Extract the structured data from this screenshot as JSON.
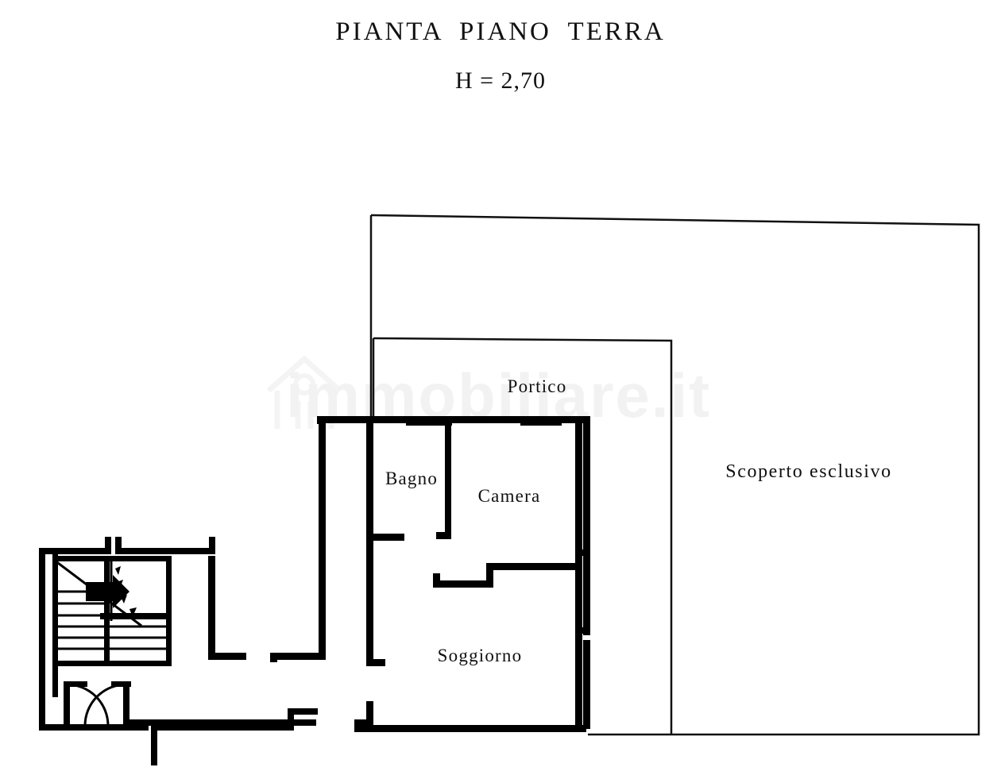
{
  "document": {
    "type": "architectural-floor-plan",
    "title": "PIANTA PIANO TERRA",
    "subtitle": "H = 2,70",
    "language": "it"
  },
  "watermark": {
    "text": "immobiliare.it",
    "icon": "house-icon",
    "color": "#f2f2f2"
  },
  "rooms": [
    {
      "id": "portico",
      "label": "Portico"
    },
    {
      "id": "bagno",
      "label": "Bagno"
    },
    {
      "id": "camera",
      "label": "Camera"
    },
    {
      "id": "soggiorno",
      "label": "Soggiorno"
    },
    {
      "id": "scoperto",
      "label": "Scoperto  esclusivo"
    }
  ],
  "colors": {
    "wall": "#000000",
    "outline": "#111111",
    "background": "#ffffff",
    "text": "#111111"
  },
  "stair": {
    "direction_marker": "up-arrow",
    "riser_count": 8
  }
}
